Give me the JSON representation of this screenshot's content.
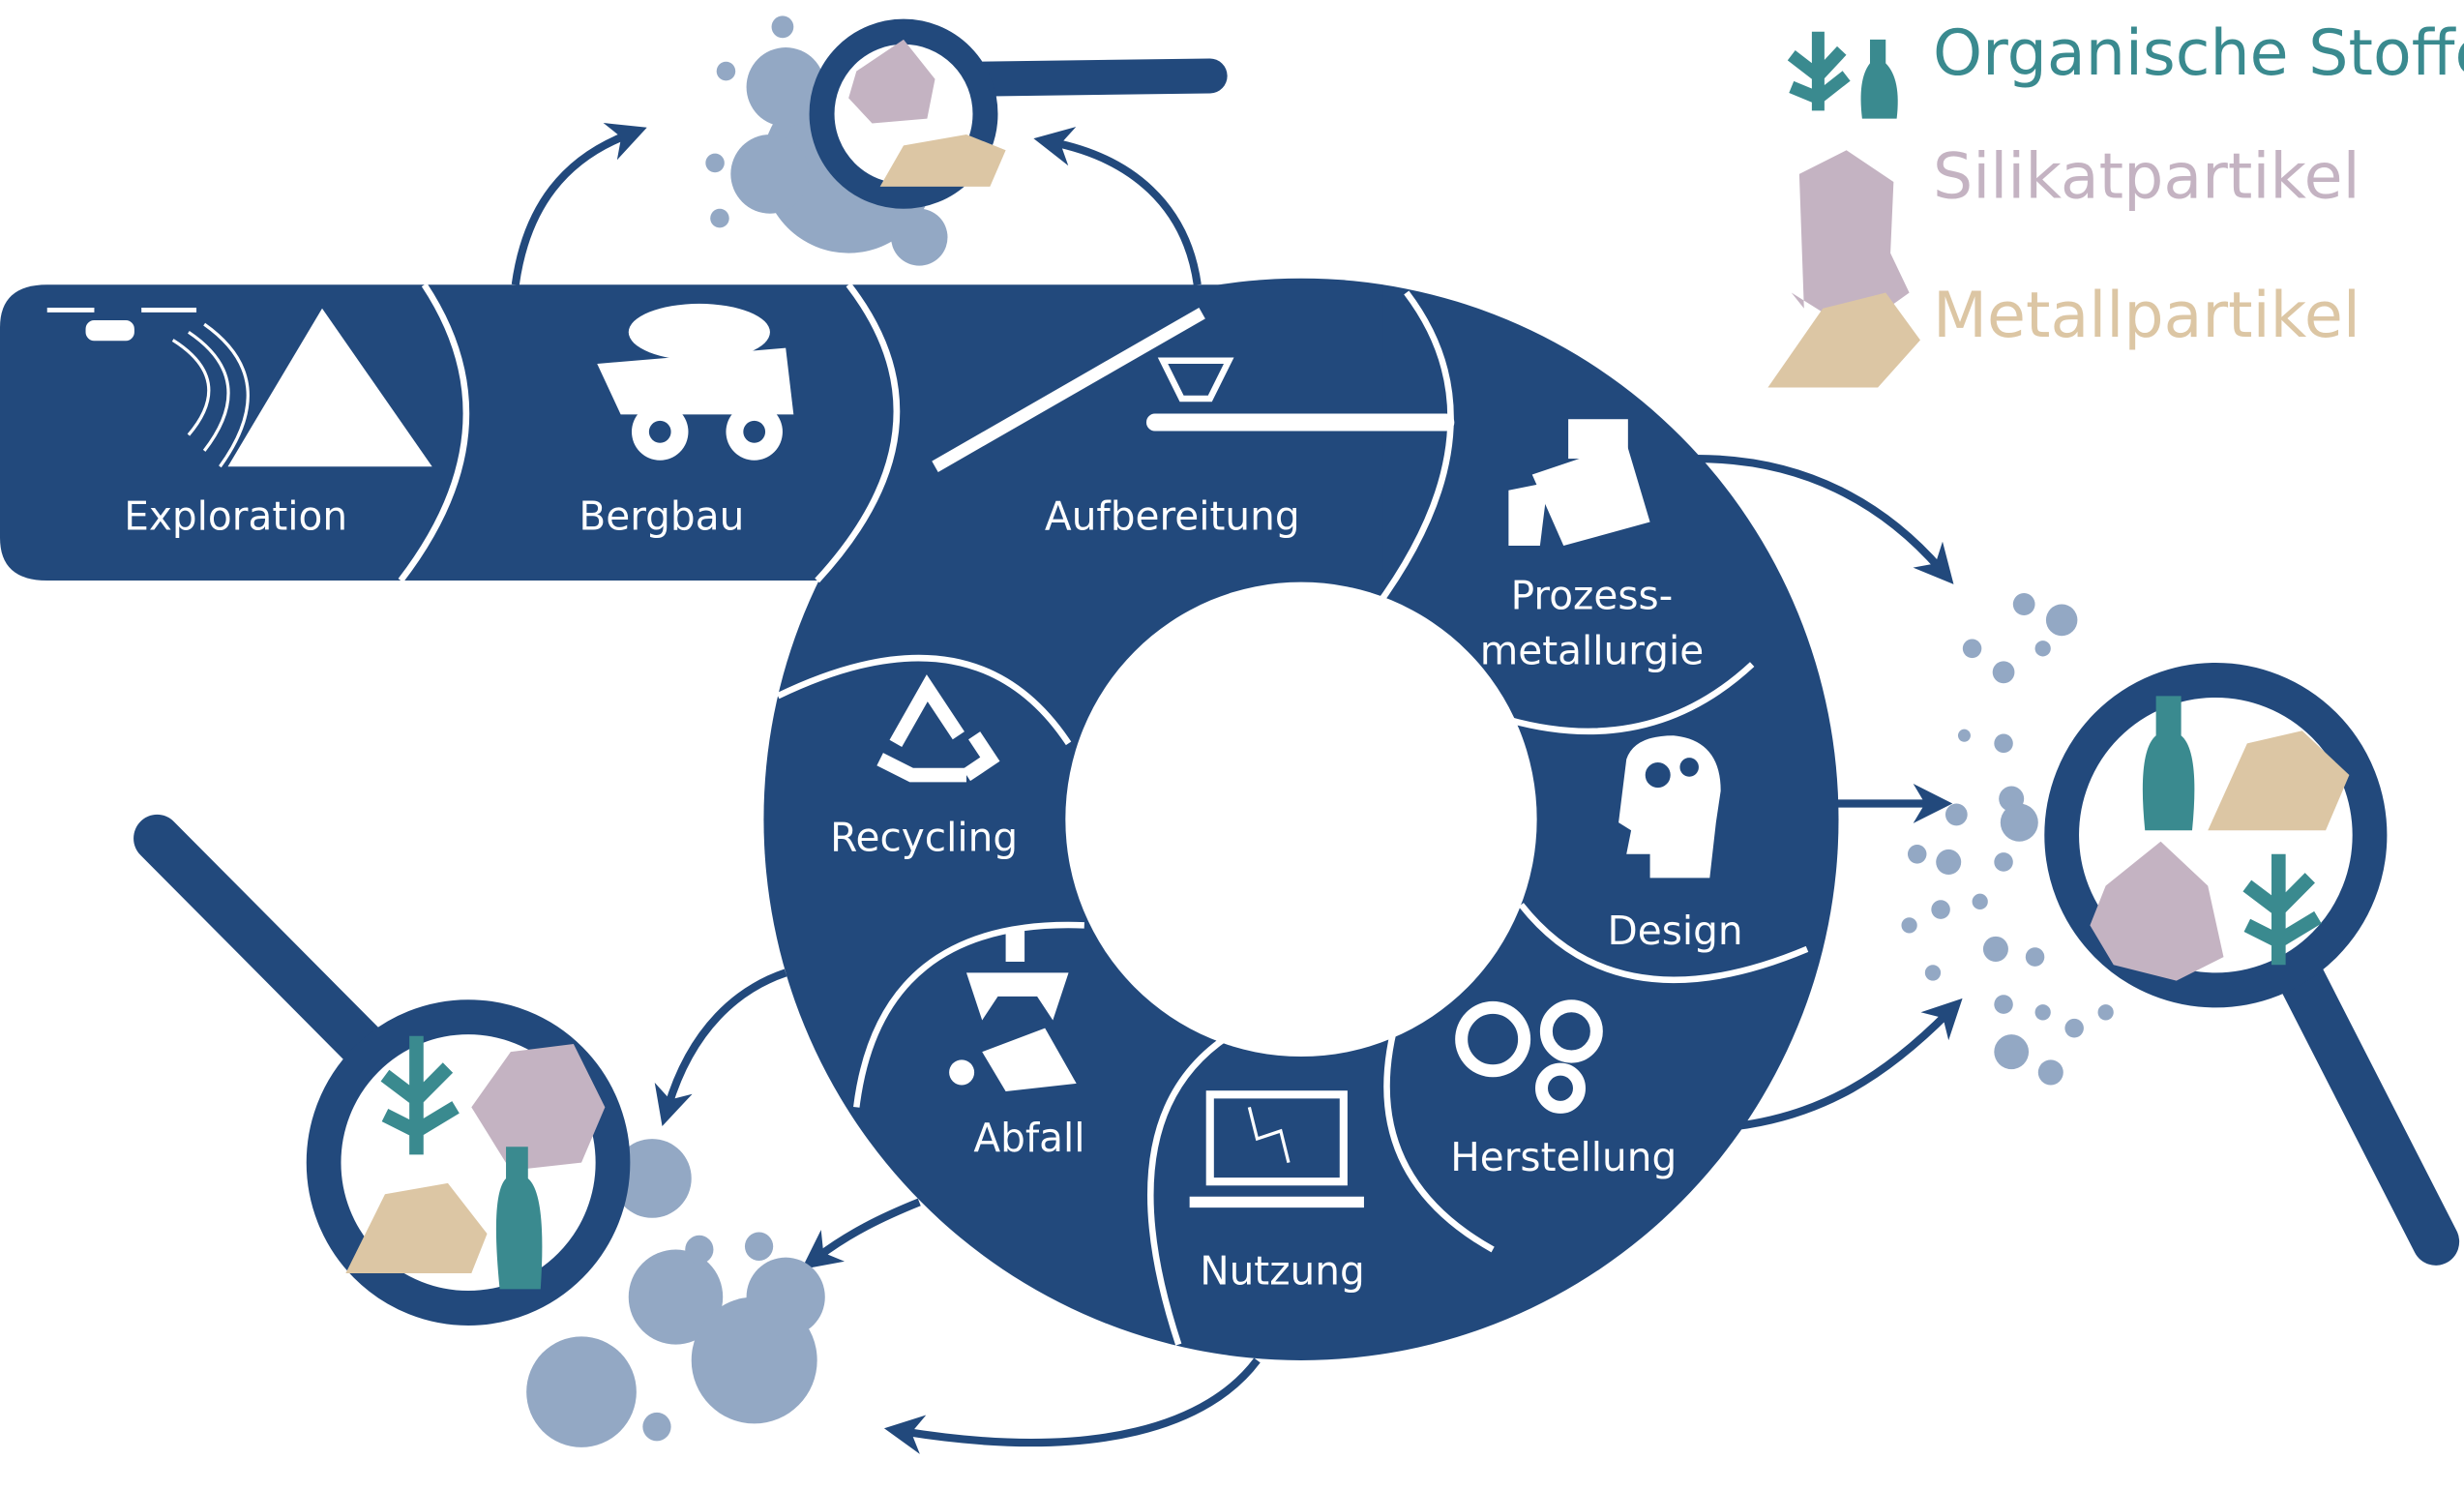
{
  "colors": {
    "blue": "#22497c",
    "teal": "#3a8a8f",
    "silicate": "#c4b3c2",
    "metal": "#dcc6a4",
    "particle": "#93a8c4"
  },
  "legend": [
    {
      "label": "Organische Stoffe",
      "icon": "plant-and-bottle-icon"
    },
    {
      "label": "Silikatpartikel",
      "icon": "crystal-icon"
    },
    {
      "label": "Metallpartikel",
      "icon": "metal-bars-icon"
    }
  ],
  "stages": {
    "exploration": "Exploration",
    "bergbau": "Bergbau",
    "aufbereitung": "Aufbereitung",
    "prozess_1": "Prozess-",
    "prozess_2": "metallurgie",
    "design": "Design",
    "herstellung": "Herstellung",
    "nutzung": "Nutzung",
    "abfall": "Abfall",
    "recycling": "Recycling"
  }
}
